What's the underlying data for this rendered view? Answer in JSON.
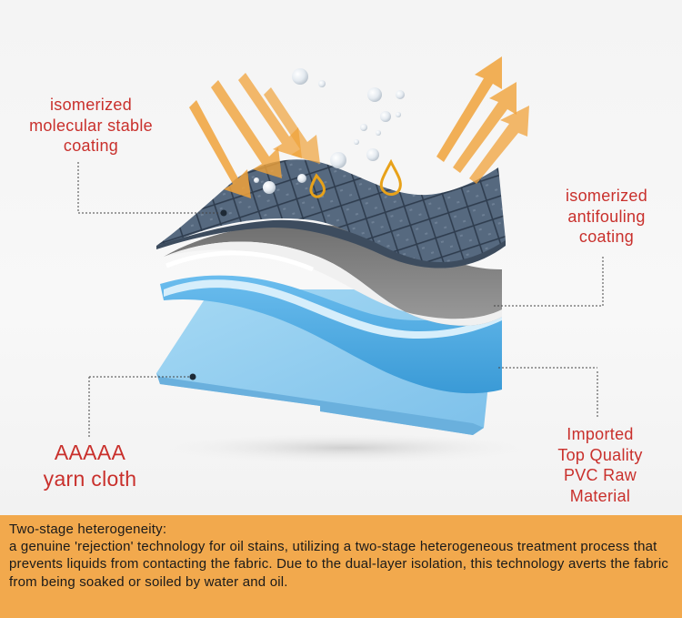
{
  "labels": {
    "top_left": [
      "isomerized",
      "molecular stable",
      "coating"
    ],
    "right_top": [
      "isomerized",
      "antifouling",
      "coating"
    ],
    "bottom_left": [
      "AAAAA",
      "yarn cloth"
    ],
    "bottom_right": [
      "Imported",
      "Top Quality",
      "PVC Raw",
      "Material"
    ]
  },
  "description": {
    "heading": "Two-stage heterogeneity:",
    "body": "a genuine 'rejection' technology for oil stains, utilizing a two-stage heterogeneous treatment process that prevents liquids from contacting the fabric. Due to the dual-layer isolation, this technology averts the fabric from being soaked or soiled by water and oil."
  },
  "colors": {
    "label_red": "#c9302c",
    "band_orange": "#f2a94d",
    "arrow_orange": "#f0a23a",
    "fabric_blue": "#51657d",
    "coating_gray": "#8e8e8e",
    "pvc_blue": "#8ecdf0"
  }
}
